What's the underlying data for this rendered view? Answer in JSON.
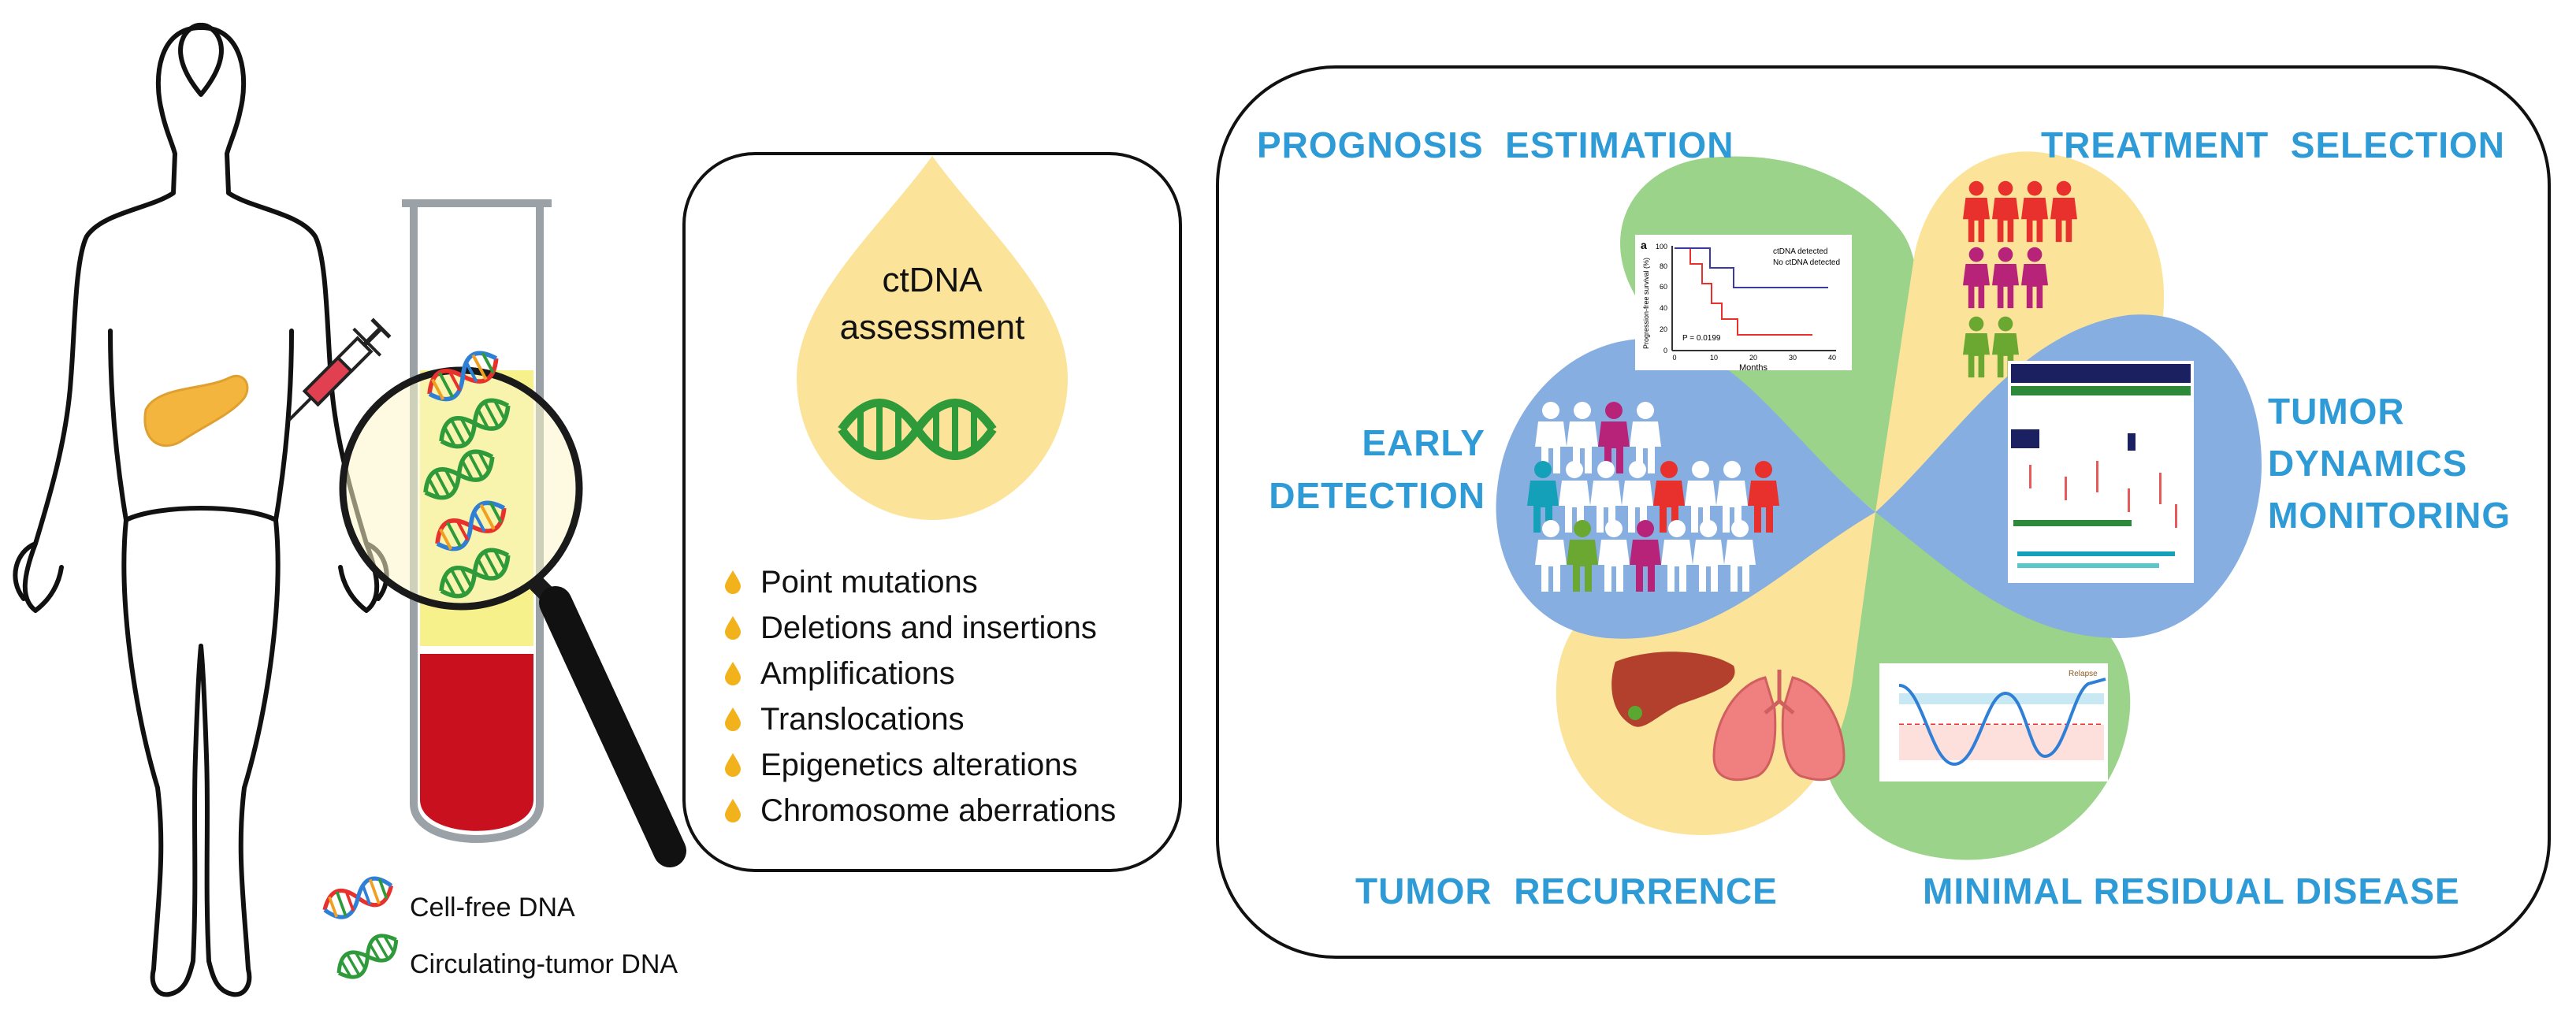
{
  "ctdna_card": {
    "title_line1": "ctDNA",
    "title_line2": "assessment",
    "alterations": [
      "Point mutations",
      "Deletions and insertions",
      "Amplifications",
      "Translocations",
      "Epigenetics alterations",
      "Chromosome aberrations"
    ]
  },
  "legend": {
    "cell_free": "Cell-free DNA",
    "circulating_tumor": "Circulating-tumor DNA"
  },
  "applications": {
    "prognosis": "PROGNOSIS  ESTIMATION",
    "treatment": "TREATMENT  SELECTION",
    "early_1": "EARLY",
    "early_2": "DETECTION",
    "tumor_dyn_1": "TUMOR",
    "tumor_dyn_2": "DYNAMICS",
    "tumor_dyn_3": "MONITORING",
    "recurrence": "TUMOR  RECURRENCE",
    "mrd": "MINIMAL RESIDUAL DISEASE"
  },
  "km_plot": {
    "panel": "a",
    "ylabel": "Progression-free survival (%)",
    "xlabel": "Months",
    "legend_detected": "ctDNA detected",
    "legend_not_detected": "No ctDNA detected",
    "pvalue": "P = 0.0199",
    "x_ticks": [
      "0",
      "10",
      "20",
      "30",
      "40"
    ],
    "y_ticks": [
      "0",
      "20",
      "40",
      "60",
      "80",
      "100"
    ]
  },
  "mrd_plot": {
    "relapse_label": "Relapse"
  },
  "colors": {
    "label_blue": "#2f9bd6",
    "petal_green": "#9bd38a",
    "petal_yellow": "#fbe49a",
    "petal_blue": "#86aee0",
    "blood_red": "#c8101e",
    "dna_green": "#2e9a3a",
    "person_red": "#e8302c",
    "person_magenta": "#b8237a",
    "person_green": "#6aa832",
    "person_teal": "#14a0b8"
  }
}
